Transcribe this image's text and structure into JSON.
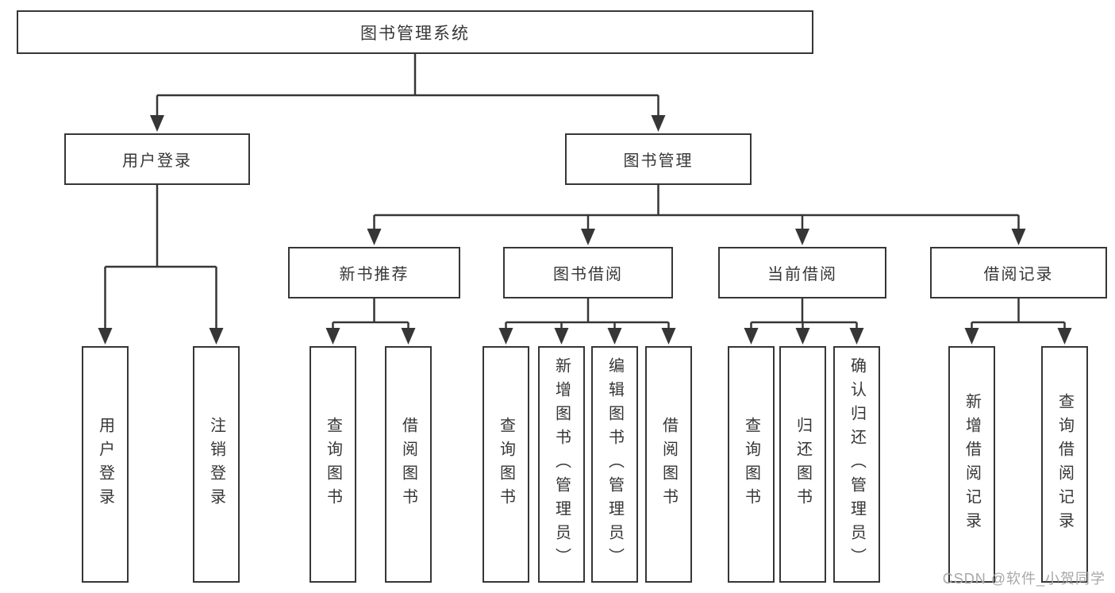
{
  "diagram": {
    "title": {
      "label": "图书管理系统"
    },
    "branches": {
      "user_login": {
        "label": "用户登录",
        "children": [
          {
            "label": "用户登录"
          },
          {
            "label": "注销登录"
          }
        ]
      },
      "book_management": {
        "label": "图书管理",
        "sections": [
          {
            "label": "新书推荐",
            "children": [
              {
                "label": "查询图书"
              },
              {
                "label": "借阅图书"
              }
            ]
          },
          {
            "label": "图书借阅",
            "children": [
              {
                "label": "查询图书"
              },
              {
                "label": "新增图书（管理员）"
              },
              {
                "label": "编辑图书（管理员）"
              },
              {
                "label": "借阅图书"
              }
            ]
          },
          {
            "label": "当前借阅",
            "children": [
              {
                "label": "查询图书"
              },
              {
                "label": "归还图书"
              },
              {
                "label": "确认归还（管理员）"
              }
            ]
          },
          {
            "label": "借阅记录",
            "children": [
              {
                "label": "新增借阅记录"
              },
              {
                "label": "查询借阅记录"
              }
            ]
          }
        ]
      }
    },
    "watermark": "CSDN @软件_小贺同学",
    "colors": {
      "line": "#363636",
      "text": "#363636",
      "box_bg": "#ffffff",
      "watermark": "#a8a8a8"
    }
  }
}
